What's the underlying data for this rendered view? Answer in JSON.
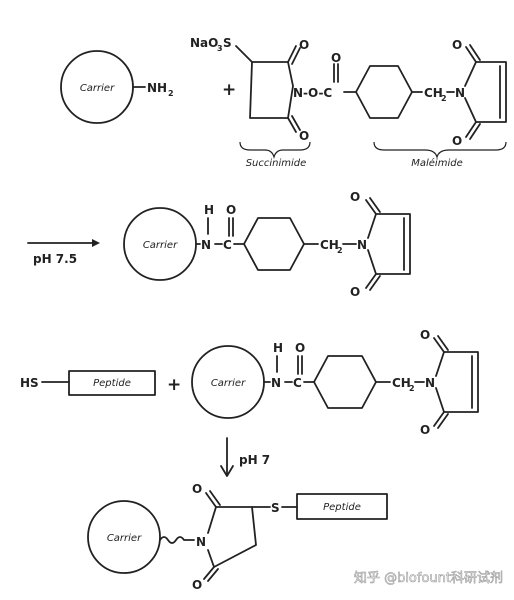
{
  "reagents": {
    "carrier": "Carrier",
    "amine": "NH",
    "amine_sub": "2",
    "plus": "+",
    "sulfonate_pre": "NaO",
    "sulfonate_sub": "3",
    "sulfonate_post": "S",
    "methylene": "CH",
    "methylene_sub": "2",
    "peptide": "Peptide",
    "thiol": "HS"
  },
  "atoms": {
    "N": "N",
    "O": "O",
    "H": "H",
    "S": "S",
    "ester_link": "N-O-C"
  },
  "labels": {
    "succinimide": "Succinimide",
    "maleimide": "Maléimide"
  },
  "steps": {
    "step1": "pH 7.5",
    "step2": "pH 7"
  },
  "watermark": "知乎 @biofount科研试剂"
}
